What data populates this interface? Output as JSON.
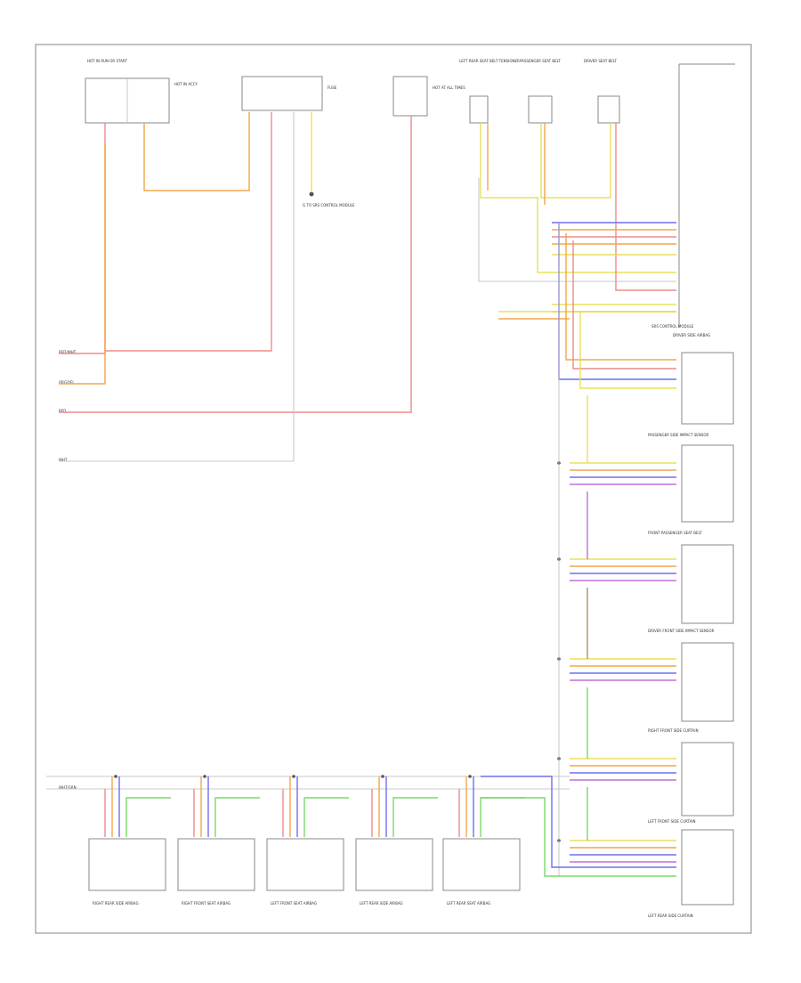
{
  "diagram": {
    "wire_colors": {
      "red": "#ef8a8a",
      "orange": "#f3a64a",
      "yellow": "#e8e05a",
      "green": "#7bd86b",
      "blue": "#6e6ef0",
      "violet": "#c070d8",
      "brown": "#b09060",
      "grey": "#b8b8b8",
      "frame": "#999999"
    },
    "left_feeds": [
      {
        "label": "RED/WHT"
      },
      {
        "label": "ORG/YEL"
      },
      {
        "label": "RED"
      },
      {
        "label": "WHT"
      }
    ],
    "ground_label": "WHT/GRN",
    "top_components": [
      {
        "label": "HOT IN RUN OR START"
      },
      {
        "label": "HOT IN ACCY"
      },
      {
        "label": "FUSE"
      },
      {
        "label": "HOT AT ALL TIMES"
      }
    ],
    "sensor_boxes": [
      {
        "label": "LEFT REAR SEAT BELT TENSIONER"
      },
      {
        "label": "PASSENGER SEAT BELT"
      },
      {
        "label": "DRIVER SEAT BELT"
      }
    ],
    "splice_label": "G TO SRS CONTROL MODULE",
    "right_modules": [
      {
        "label": "DRIVER SIDE AIRBAG"
      },
      {
        "label": "PASSENGER SIDE IMPACT SENSOR"
      },
      {
        "label": "FRONT PASSENGER SEAT BELT"
      },
      {
        "label": "DRIVER FRONT SIDE IMPACT SENSOR"
      },
      {
        "label": "RIGHT FRONT SIDE CURTAIN"
      },
      {
        "label": "LEFT FRONT SIDE CURTAIN"
      },
      {
        "label": "LEFT REAR SIDE CURTAIN"
      }
    ],
    "bottom_modules": [
      {
        "label": "RIGHT REAR SIDE AIRBAG"
      },
      {
        "label": "RIGHT FRONT SEAT AIRBAG"
      },
      {
        "label": "LEFT FRONT SEAT AIRBAG"
      },
      {
        "label": "LEFT REAR SIDE AIRBAG"
      },
      {
        "label": "LEFT REAR SEAT AIRBAG"
      }
    ],
    "connector_label": "SRS CONTROL MODULE"
  }
}
